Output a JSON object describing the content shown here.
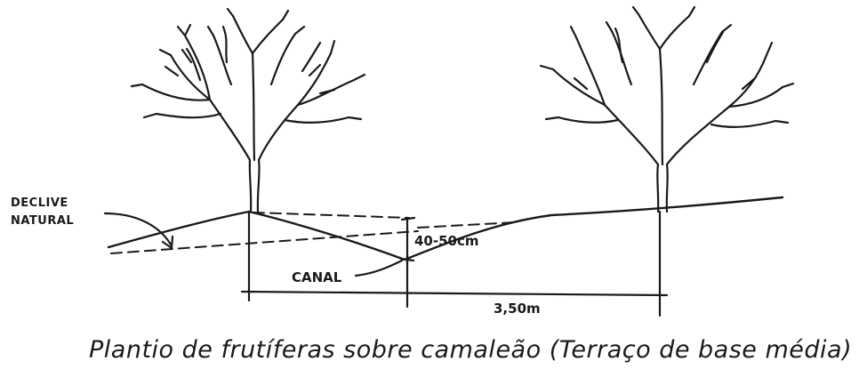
{
  "labels": {
    "slope_line1": "DECLIVE",
    "slope_line2": "NATURAL",
    "depth": "40-50cm",
    "channel": "CANAL",
    "spacing": "3,50m"
  },
  "caption": "Plantio de frutíferas sobre camaleão (Terraço de base média)"
}
